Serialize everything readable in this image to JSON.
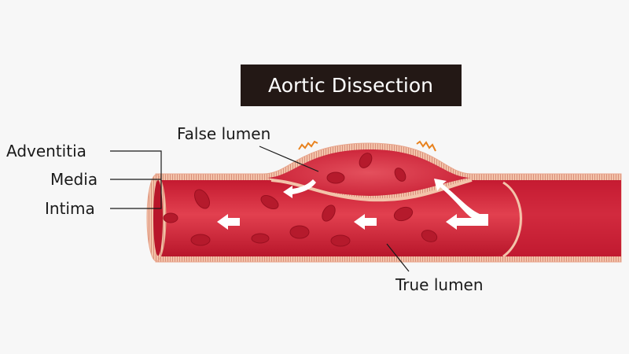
{
  "title": "Aortic Dissection",
  "labels": {
    "adventitia": "Adventitia",
    "media": "Media",
    "intima": "Intima",
    "false_lumen": "False lumen",
    "true_lumen": "True lumen"
  },
  "colors": {
    "title_bg": "#231815",
    "blood": "#d3233a",
    "blood_dark": "#b0182c",
    "wall": "#f0b9a0",
    "cell": "#b51a2c",
    "pain_mark": "#e8821e"
  }
}
